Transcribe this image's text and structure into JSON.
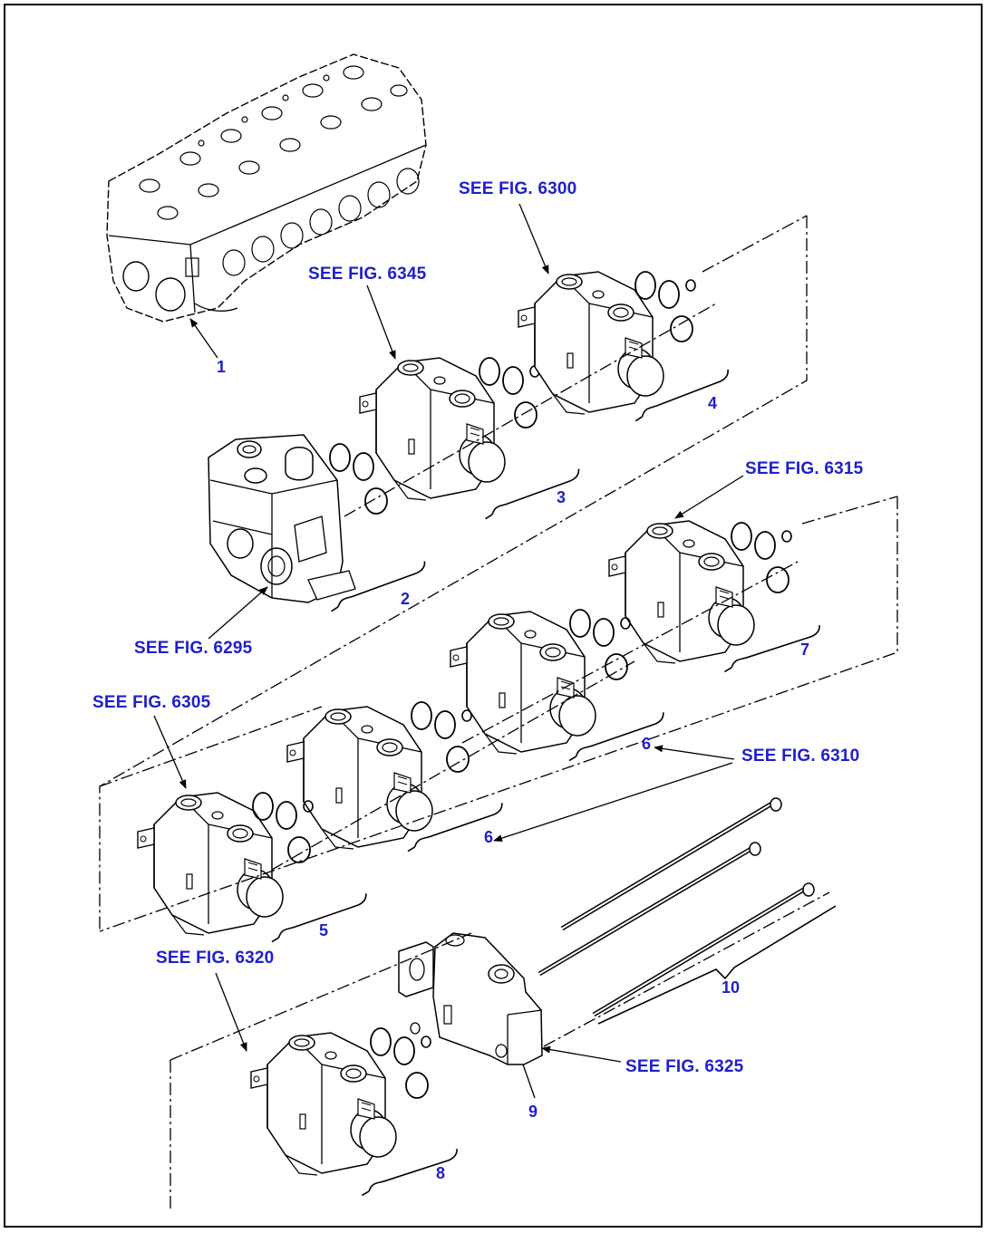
{
  "colors": {
    "label": "#1f1fcc",
    "line": "#000000",
    "background": "#ffffff"
  },
  "refs": {
    "fig6300": "SEE FIG. 6300",
    "fig6345": "SEE FIG. 6345",
    "fig6315": "SEE FIG. 6315",
    "fig6295": "SEE FIG. 6295",
    "fig6305": "SEE FIG. 6305",
    "fig6310": "SEE FIG. 6310",
    "fig6320": "SEE FIG. 6320",
    "fig6325": "SEE FIG. 6325"
  },
  "parts": {
    "p1": "1",
    "p2": "2",
    "p3": "3",
    "p4": "4",
    "p5": "5",
    "p6a": "6",
    "p6b": "6",
    "p7": "7",
    "p8": "8",
    "p9": "9",
    "p10": "10"
  }
}
